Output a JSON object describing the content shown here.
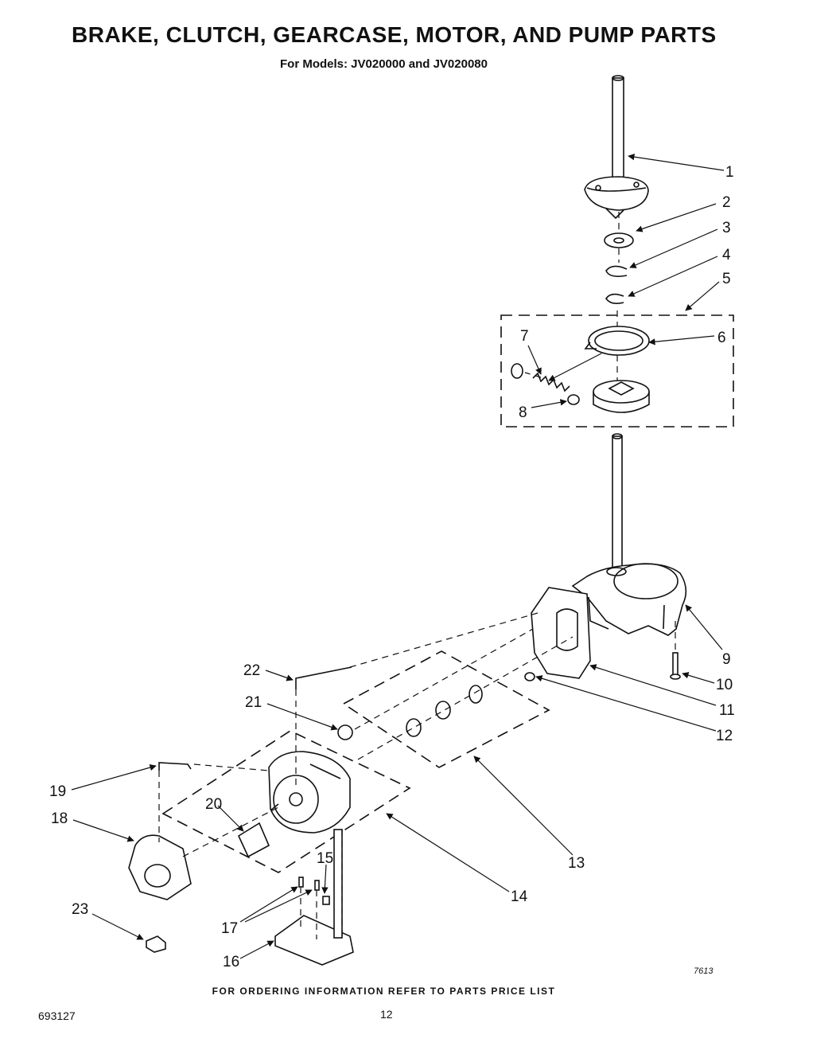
{
  "header": {
    "title": "BRAKE, CLUTCH, GEARCASE, MOTOR, AND PUMP PARTS",
    "subtitle": "For Models: JV020000 and JV020080"
  },
  "callouts": [
    "1",
    "2",
    "3",
    "4",
    "5",
    "6",
    "7",
    "8",
    "9",
    "10",
    "11",
    "12",
    "13",
    "14",
    "15",
    "16",
    "17",
    "18",
    "19",
    "20",
    "21",
    "22",
    "23"
  ],
  "footer": {
    "ordering_note": "FOR ORDERING INFORMATION REFER TO PARTS PRICE LIST",
    "document_number": "693127",
    "page_number": "12",
    "drawing_number": "7613"
  }
}
